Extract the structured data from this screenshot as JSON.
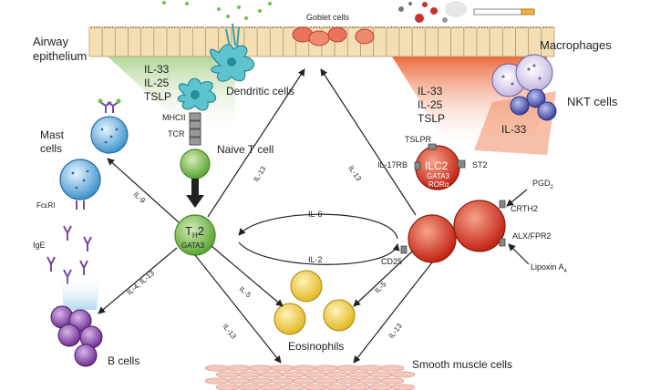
{
  "labels": {
    "airway_epithelium": [
      "Airway",
      "epithelium"
    ],
    "goblet_cells": "Goblet cells",
    "dendritic_cells": "Dendritic cells",
    "naive_t_cell": "Naive T cell",
    "mhcii": "MHCII",
    "tcr": "TCR",
    "cytokines_left": [
      "IL-33",
      "IL-25",
      "TSLP"
    ],
    "cytokines_right": [
      "IL-33",
      "IL-25",
      "TSLP"
    ],
    "macrophages": "Macrophages",
    "nkt_cells": "NKT cells",
    "il33_nkt": "IL-33",
    "mast_cells": [
      "Mast",
      "cells"
    ],
    "fceri": "FcεRI",
    "ige": "IgE",
    "b_cells": "B cells",
    "th2_main": "T",
    "th2_sub": "H",
    "th2_tail": "2",
    "gata3_th2": "GATA3",
    "ilc2": "ILC2",
    "gata3_ilc2": "GATA3",
    "ror": "RORα",
    "tslpr": "TSLPR",
    "il17rb": "IL-17RB",
    "st2": "ST2",
    "pgd_main": "PGD",
    "pgd_sub": "2",
    "crth2": "CRTH2",
    "alx": "ALX/FPR2",
    "lipoxin_main": "Lipoxin A",
    "lipoxin_sub": "4",
    "cd25": "CD25",
    "eosinophils": "Eosinophils",
    "smooth_muscle": "Smooth muscle cells",
    "edges": {
      "il9": "IL-9",
      "il4_il13": "IL-4, IL-13",
      "il13_up_left": "IL-13",
      "il13_up_right": "IL-13",
      "il6": "IL-6",
      "il2": "IL-2",
      "il5_left": "IL-5",
      "il5_right": "IL-5",
      "il13_down_left": "IL-13",
      "il13_down_right": "IL-13"
    }
  },
  "colors": {
    "epithelium_fill": "#f4dfb4",
    "epithelium_stroke": "#b79a6a",
    "goblet": "#e8735a",
    "th2": "#7dbb4c",
    "ilc2": "#d8321f",
    "eosinophil": "#ecc63a",
    "mast": "#5aa6d6",
    "bcell": "#8c4aa8",
    "dendritic": "#4fb7c4",
    "nkt": "#5b62b8",
    "green_wedge": "#bcd9a3",
    "red_wedge": "#ef7a4e"
  }
}
